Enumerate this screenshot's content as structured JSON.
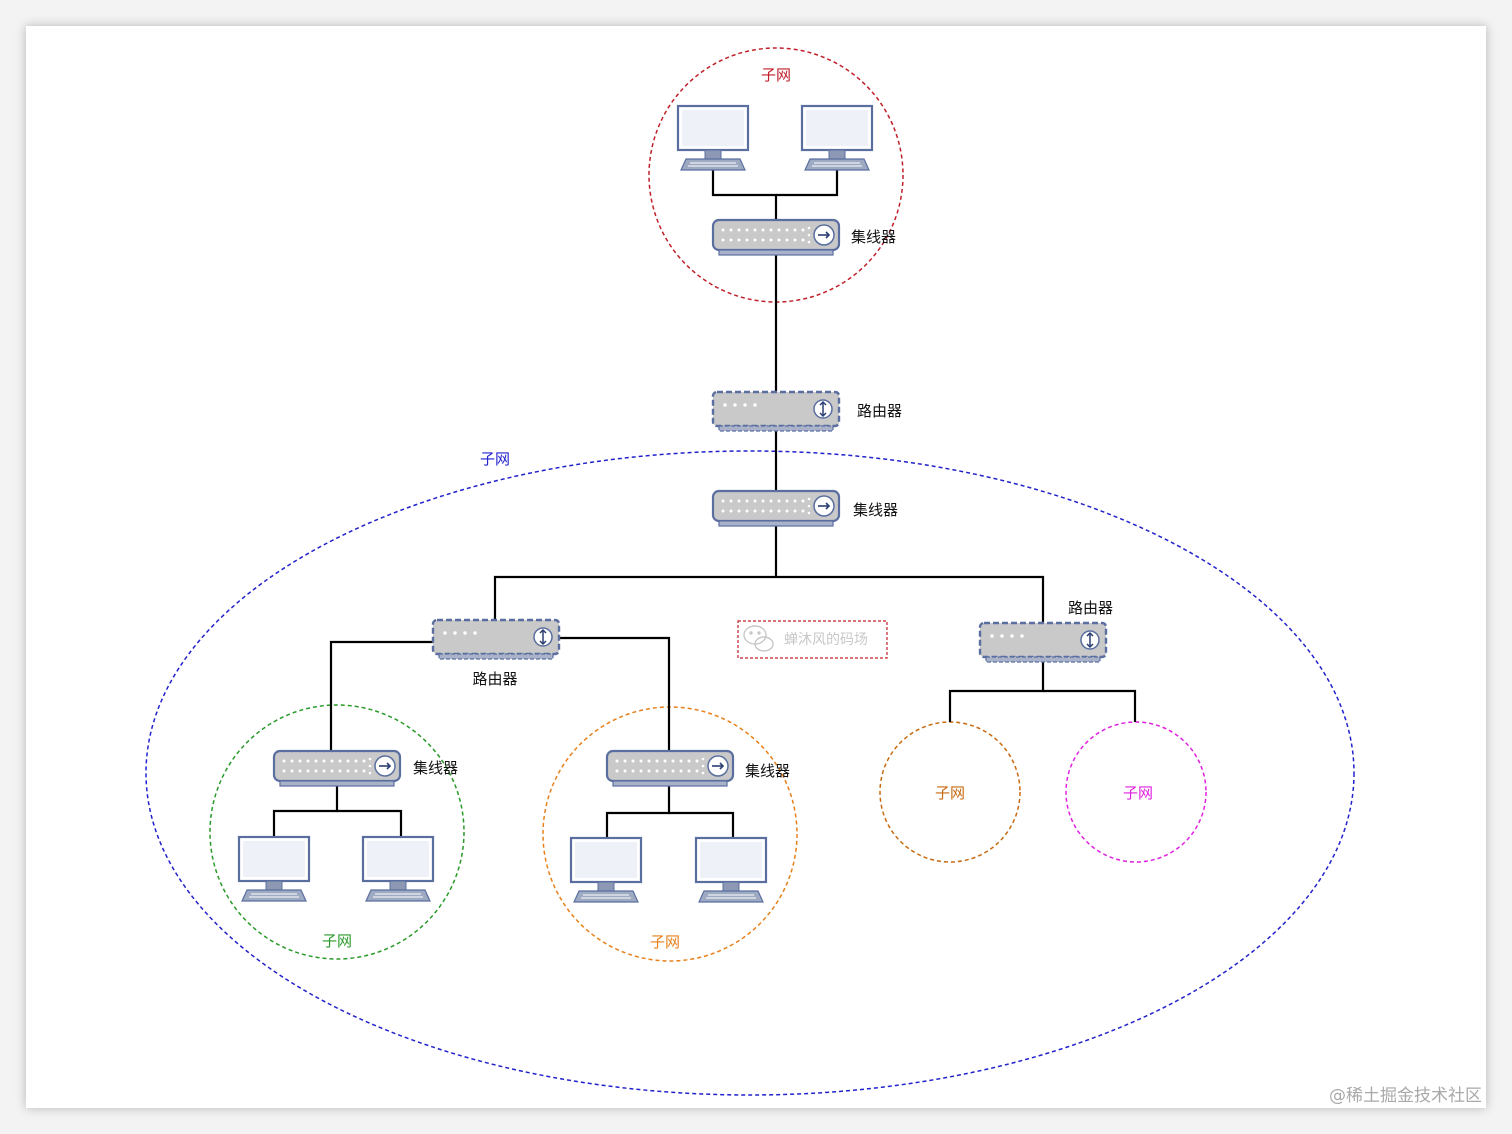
{
  "labels": {
    "subnet": "子网",
    "hub": "集线器",
    "router": "路由器"
  },
  "watermark": {
    "text": "蝉沐风的码场",
    "icon": "wechat-icon"
  },
  "credit": "@稀土掘金技术社区",
  "colors": {
    "subnet_top": "#c0202a",
    "subnet_main": "#2222cc",
    "subnet_green": "#2a9a2a",
    "subnet_orange_left": "#e8801a",
    "subnet_orange_right": "#c86a10",
    "subnet_magenta": "#e020e0",
    "device_fill": "#c9c9c9",
    "device_stroke": "#5a6fa0",
    "monitor_fill": "#eef1f8",
    "line": "#000000"
  },
  "icons": [
    "monitor-icon",
    "hub-icon",
    "router-icon",
    "wechat-icon"
  ]
}
